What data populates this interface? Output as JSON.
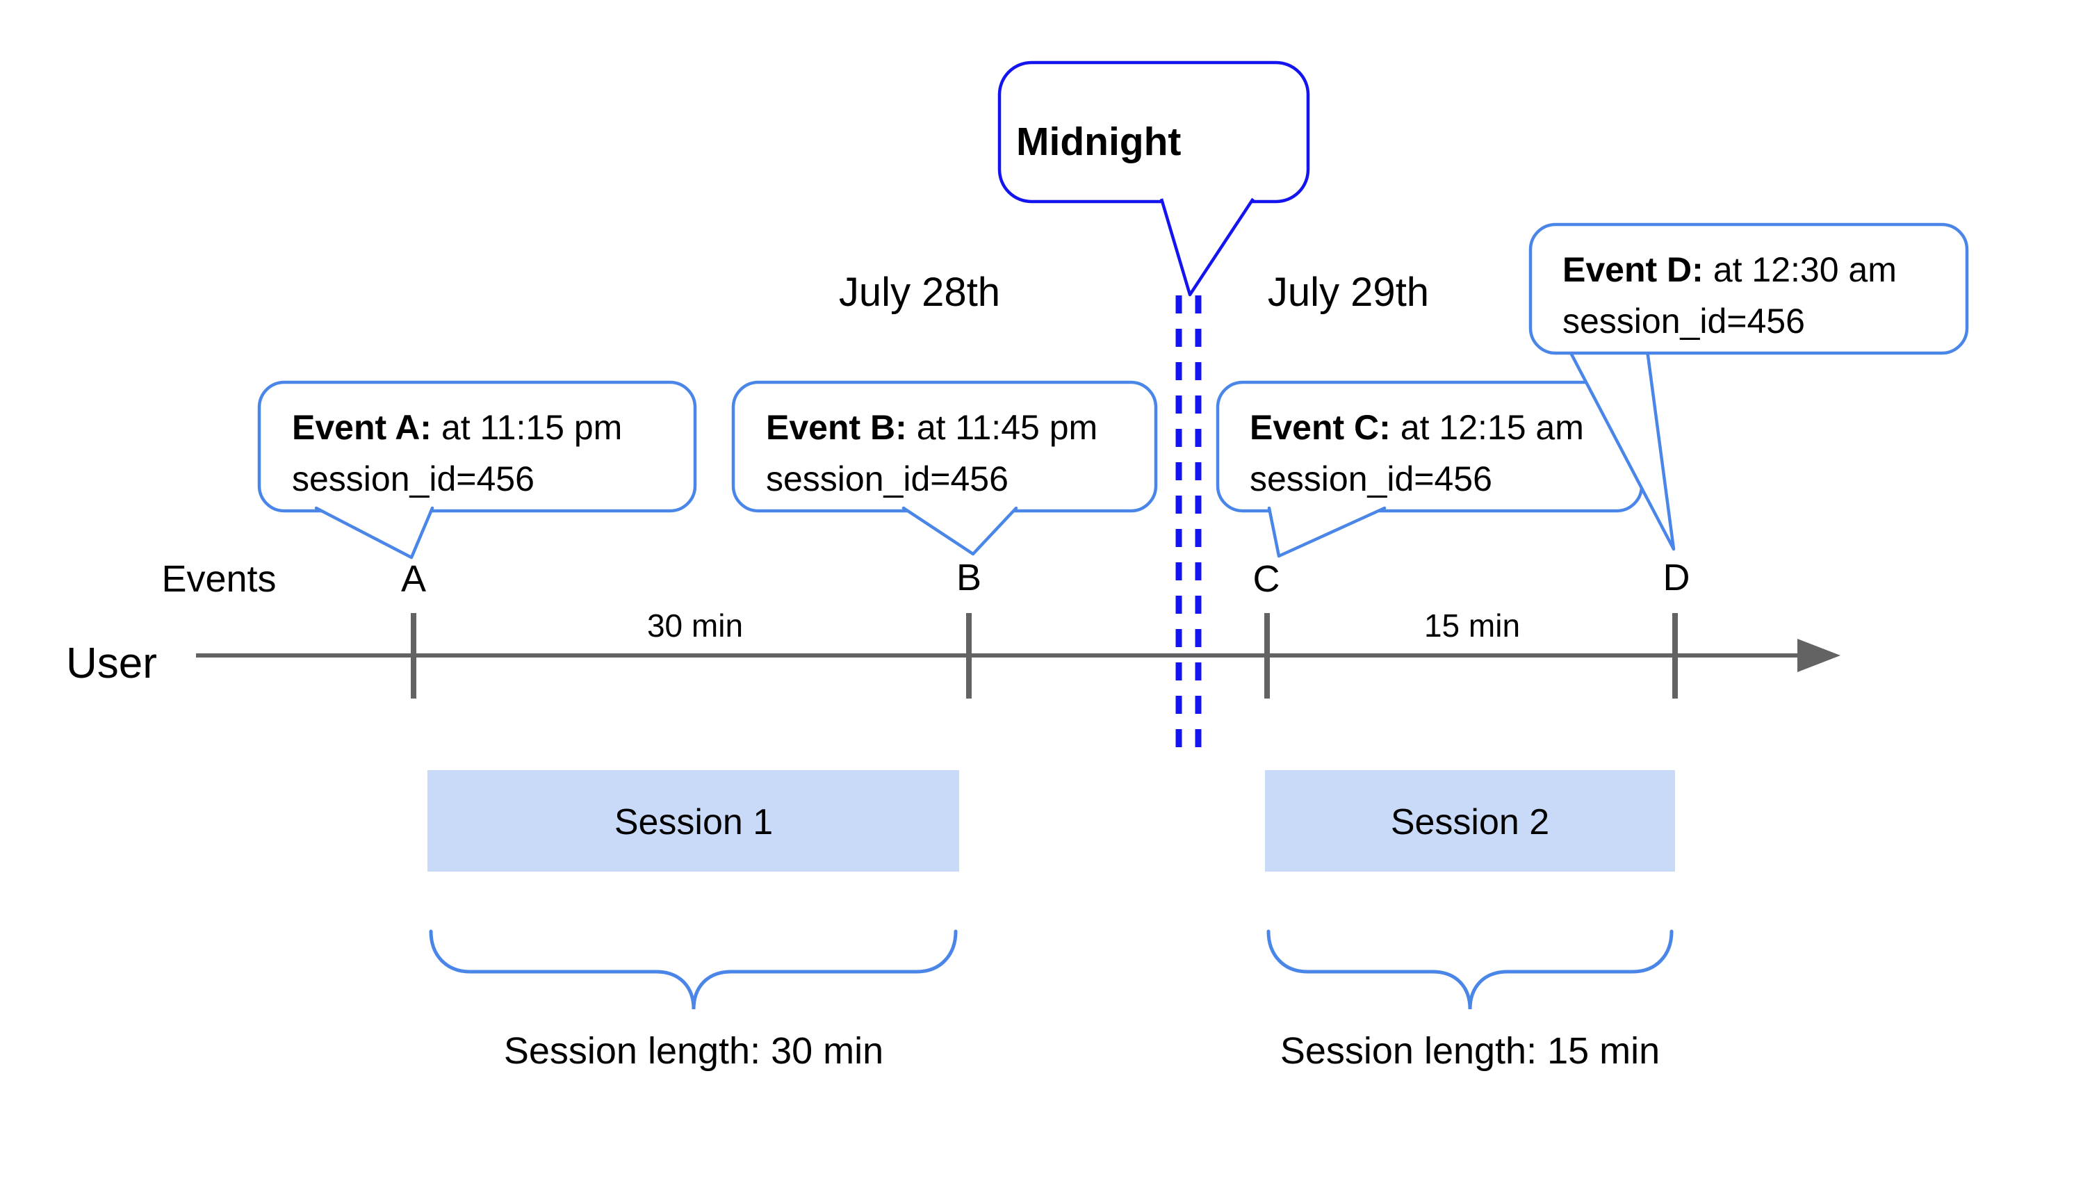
{
  "diagram_title": "Event sessionization timeline",
  "colors": {
    "deep_blue": "#1414f0",
    "callout_blue": "#4a86e8",
    "line_gray": "#636363",
    "session_fill": "#c9daf8"
  },
  "midnight": {
    "label": "Midnight"
  },
  "dates": {
    "left": "July 28th",
    "right": "July 29th"
  },
  "axis": {
    "events_label": "Events",
    "user_label": "User",
    "tick_labels": [
      "A",
      "B",
      "C",
      "D"
    ],
    "interval_left": "30 min",
    "interval_right": "15 min"
  },
  "callouts": {
    "a": {
      "bold": "Event A:",
      "rest": "at 11:15 pm",
      "line2": "session_id=456"
    },
    "b": {
      "bold": "Event B:",
      "rest": "at 11:45 pm",
      "line2": "session_id=456"
    },
    "c": {
      "bold": "Event C:",
      "rest": "at 12:15 am",
      "line2": "session_id=456"
    },
    "d": {
      "bold": "Event D:",
      "rest": "at 12:30 am",
      "line2": "session_id=456"
    }
  },
  "sessions": {
    "s1": {
      "label": "Session 1",
      "length": "Session length: 30 min"
    },
    "s2": {
      "label": "Session 2",
      "length": "Session length: 15 min"
    }
  }
}
